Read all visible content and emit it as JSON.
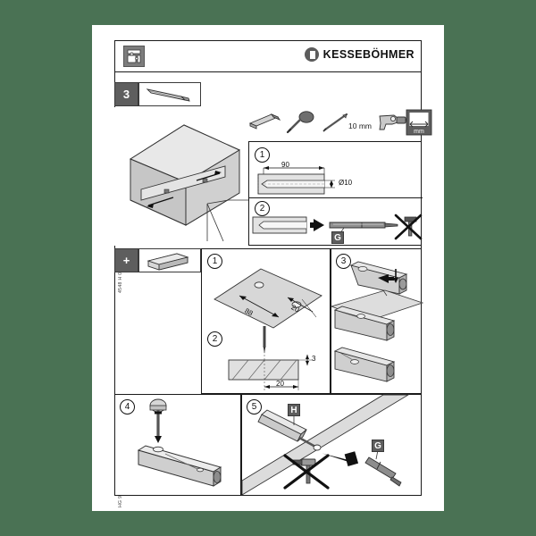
{
  "document": {
    "background_color": "#4a7254",
    "page_color": "#ffffff",
    "side_code_top": "4548 H 00.00",
    "side_code_bottom": "HG 93.122-315"
  },
  "header": {
    "brand": "KESSEBÖHMER",
    "product_icon": "cabinet-product-icon",
    "logo_icon": "kesseboehmer-logo-mark"
  },
  "step_bar": {
    "step_number": "3",
    "part_icon": "drill-bit-icon",
    "tools": [
      {
        "name": "file-tool-icon",
        "label": ""
      },
      {
        "name": "screwdriver-tool-icon",
        "label": ""
      },
      {
        "name": "drill-bit-tool-icon",
        "label": "10 mm"
      },
      {
        "name": "power-drill-tool-icon",
        "label": ""
      },
      {
        "name": "measure-tool-icon",
        "label": "mm"
      }
    ]
  },
  "panel_drill": {
    "steps": [
      {
        "number": "1",
        "dim_length": "90",
        "dim_diameter": "Ø10"
      },
      {
        "number": "2",
        "part_tag": "G",
        "forbidden_icon": "hammer-forbidden-icon"
      }
    ]
  },
  "panel_cabinet": {
    "illustration": "cabinet-3d-illustration"
  },
  "plus_bar": {
    "symbol": "+",
    "part_icon": "rail-part-icon"
  },
  "panel_template": {
    "steps": [
      {
        "number": "1",
        "dim_a": "88",
        "dim_b": "20"
      },
      {
        "number": "2",
        "dim_depth": "3",
        "dim_offset": "20"
      }
    ]
  },
  "panel_three": {
    "number": "3"
  },
  "panel_four": {
    "number": "4"
  },
  "panel_five": {
    "number": "5",
    "tag_h": "H",
    "tag_g": "G",
    "forbidden_icon": "hammer-forbidden-icon"
  }
}
